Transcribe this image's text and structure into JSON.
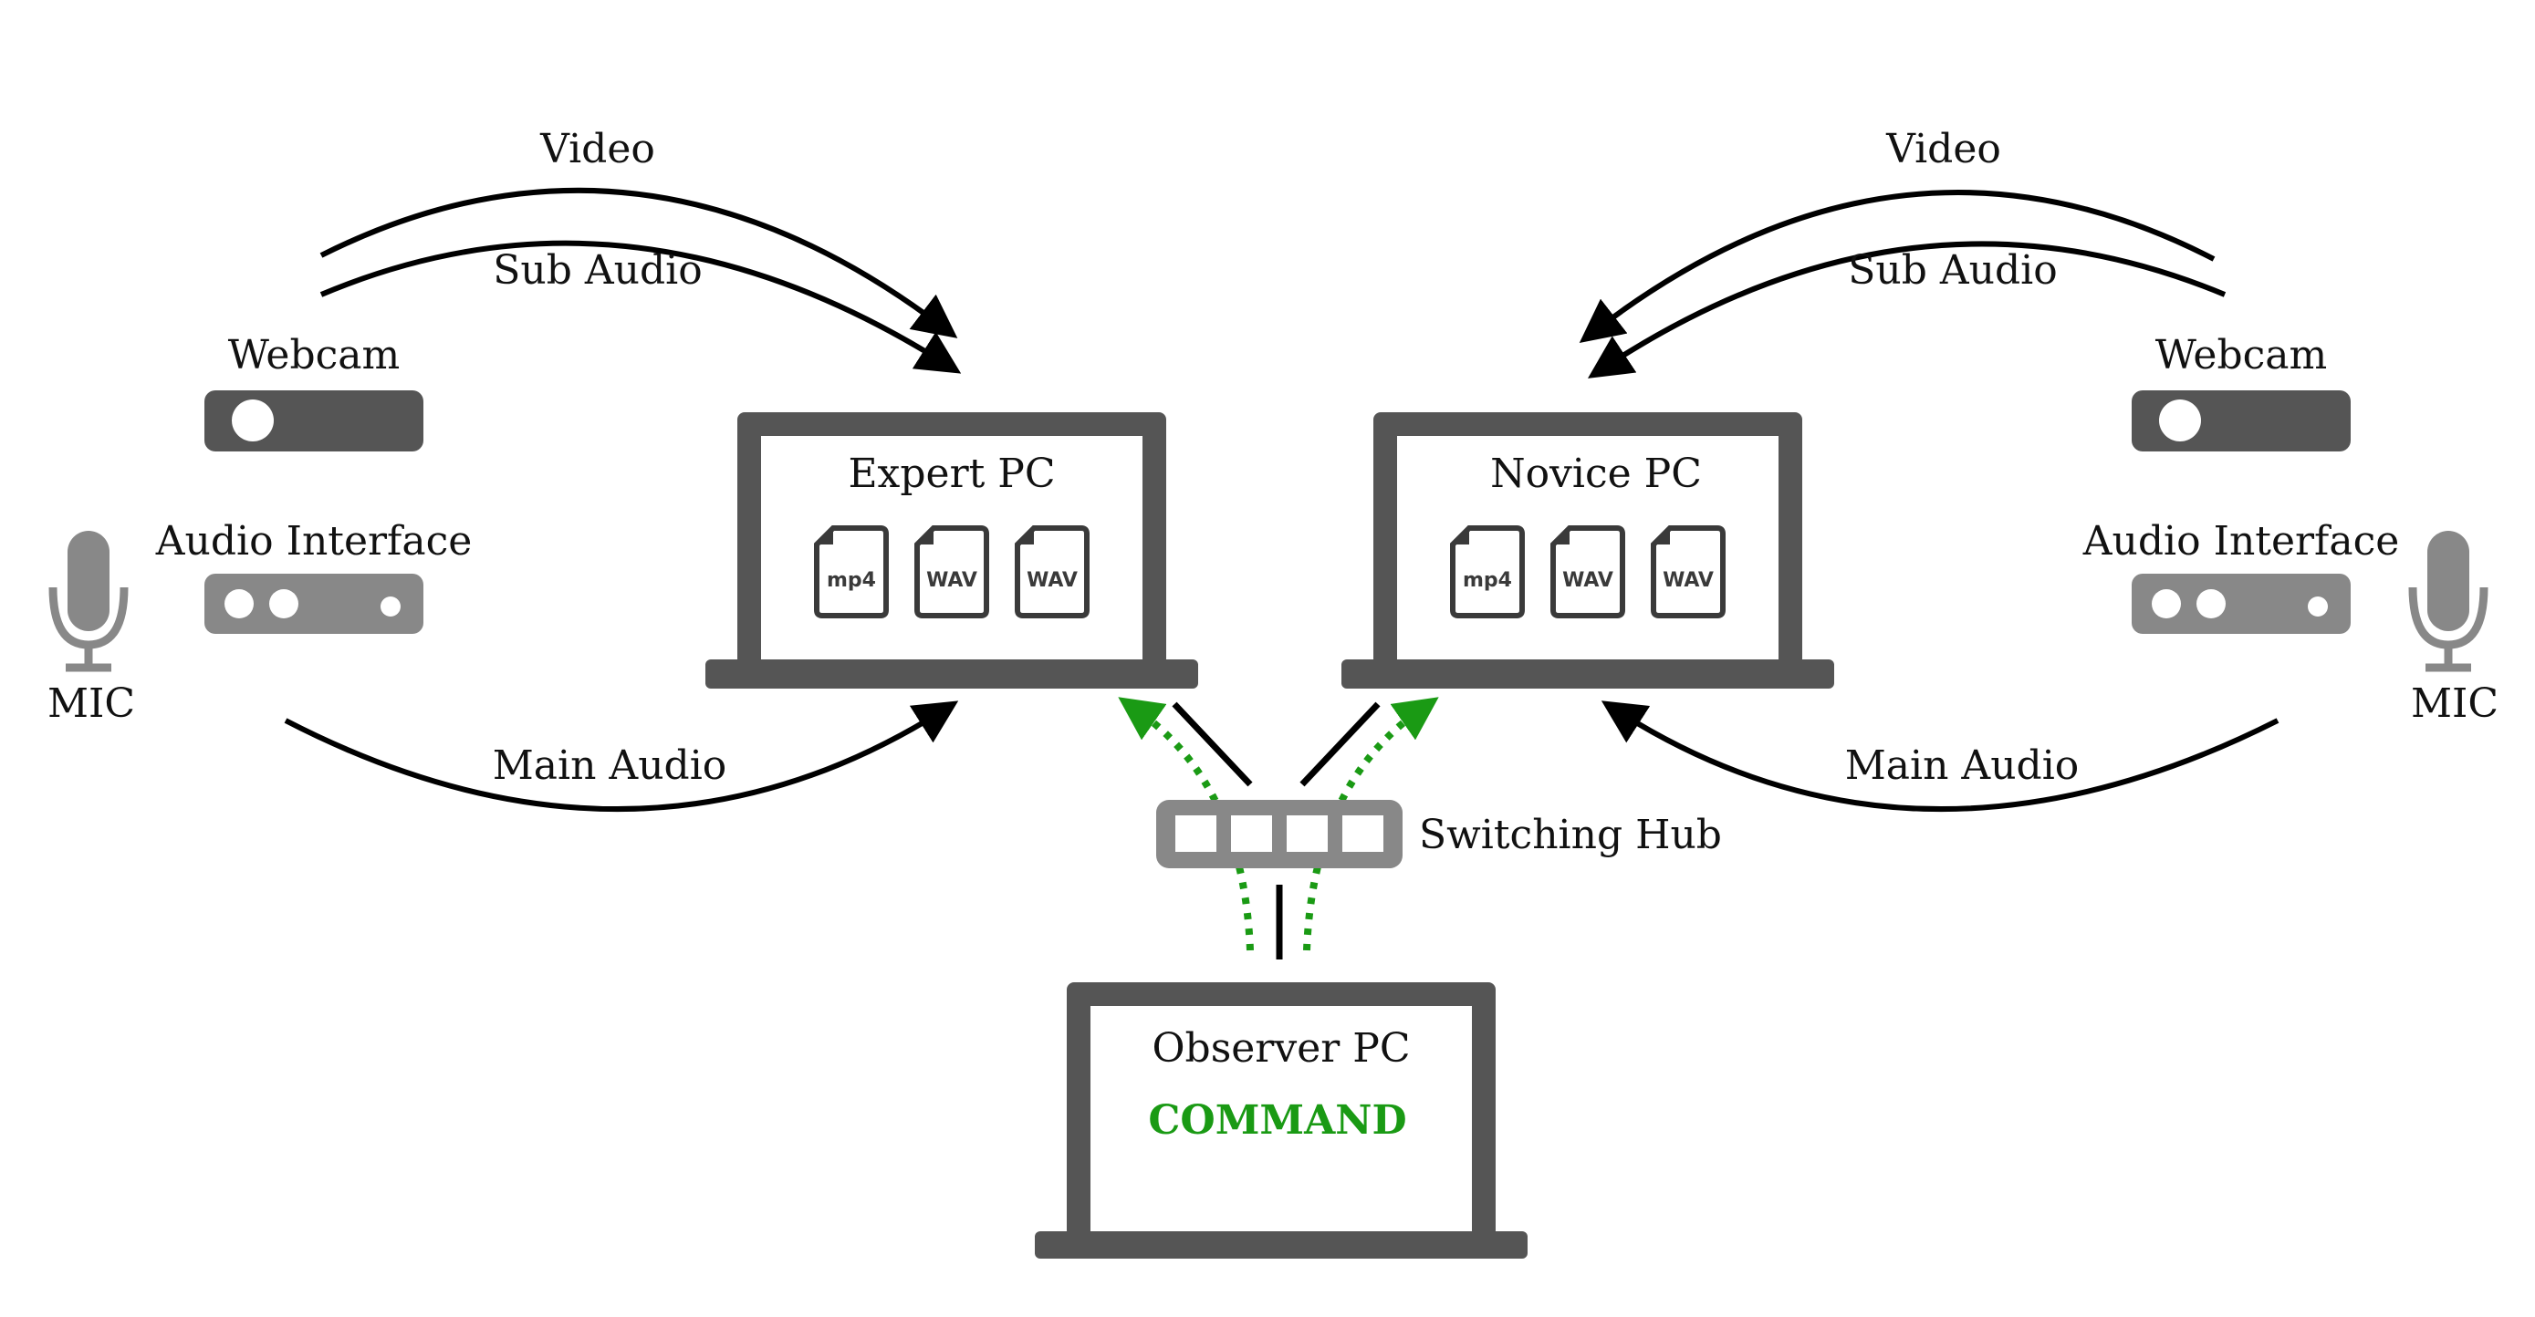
{
  "colors": {
    "device_dark": "#555555",
    "device_light": "#888888",
    "command_green": "#1a9a14",
    "file_icon": "#3a3a3a"
  },
  "left": {
    "video_label": "Video",
    "sub_audio_label": "Sub Audio",
    "webcam_label": "Webcam",
    "audio_interface_label": "Audio Interface",
    "mic_label": "MIC",
    "main_audio_label": "Main Audio"
  },
  "right": {
    "video_label": "Video",
    "sub_audio_label": "Sub Audio",
    "webcam_label": "Webcam",
    "audio_interface_label": "Audio Interface",
    "mic_label": "MIC",
    "main_audio_label": "Main Audio"
  },
  "expert_pc": {
    "label": "Expert PC",
    "files": [
      "mp4",
      "WAV",
      "WAV"
    ]
  },
  "novice_pc": {
    "label": "Novice PC",
    "files": [
      "mp4",
      "WAV",
      "WAV"
    ]
  },
  "hub": {
    "label": "Switching Hub"
  },
  "observer_pc": {
    "label": "Observer PC",
    "command_label": "COMMAND"
  }
}
